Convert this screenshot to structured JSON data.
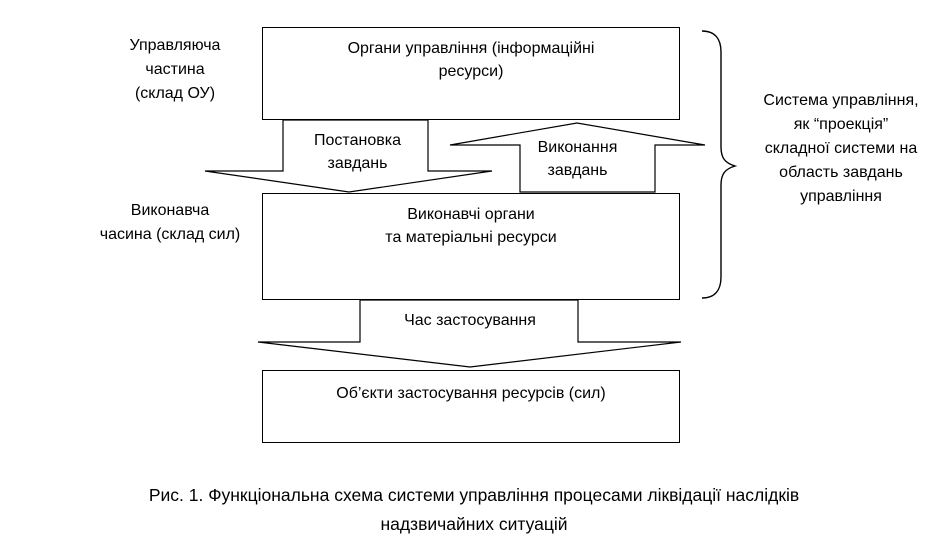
{
  "diagram": {
    "top_box": [
      "Органи управління (інформаційні",
      "ресурси)"
    ],
    "middle_box": [
      "Виконавчі органи",
      "та матеріальні ресурси"
    ],
    "bottom_box": "Об’єкти застосування ресурсів (сил)",
    "labels": {
      "control_part": [
        "Управляюча",
        "частина",
        "(склад ОУ)"
      ],
      "executive_part": [
        "Виконавча",
        "часина (склад сил)"
      ],
      "task_setting": [
        "Постановка",
        "завдань"
      ],
      "task_execution": [
        "Виконання",
        "завдань"
      ],
      "application_time": "Час застосування",
      "system_brace": [
        "Система управління,",
        "як “проекція”",
        "складної системи на",
        "область завдань",
        "управління"
      ]
    },
    "caption": [
      "Рис. 1. Функціональна схема системи управління процесами ліквідації наслідків",
      "надзвичайних ситуацій"
    ],
    "colors": {
      "line": "#000000",
      "fill": "#ffffff"
    }
  }
}
